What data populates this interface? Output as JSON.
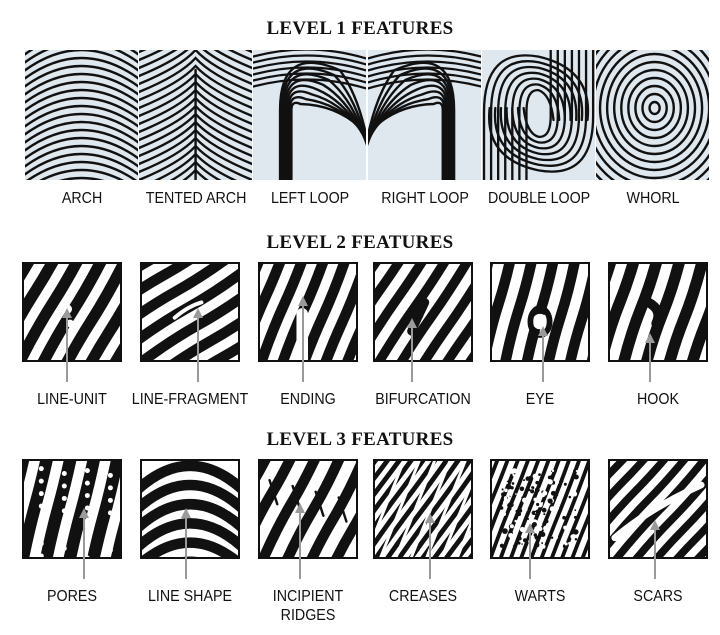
{
  "levels": [
    {
      "title": "LEVEL 1 FEATURES",
      "items": [
        {
          "label": "ARCH",
          "pattern": "arch"
        },
        {
          "label": "TENTED ARCH",
          "pattern": "tented"
        },
        {
          "label": "LEFT LOOP",
          "pattern": "leftloop"
        },
        {
          "label": "RIGHT LOOP",
          "pattern": "rightloop"
        },
        {
          "label": "DOUBLE LOOP",
          "pattern": "doubleloop"
        },
        {
          "label": "WHORL",
          "pattern": "whorl"
        }
      ]
    },
    {
      "title": "LEVEL 2 FEATURES",
      "items": [
        {
          "label": "LINE-UNIT",
          "pattern": "lineunit"
        },
        {
          "label": "LINE-FRAGMENT",
          "pattern": "linefragment"
        },
        {
          "label": "ENDING",
          "pattern": "ending"
        },
        {
          "label": "BIFURCATION",
          "pattern": "bifurcation"
        },
        {
          "label": "EYE",
          "pattern": "eye"
        },
        {
          "label": "HOOK",
          "pattern": "hook"
        }
      ]
    },
    {
      "title": "LEVEL 3 FEATURES",
      "items": [
        {
          "label": "PORES",
          "pattern": "pores"
        },
        {
          "label": "LINE SHAPE",
          "pattern": "lineshape"
        },
        {
          "label": "INCIPIENT\nRIDGES",
          "pattern": "incipient"
        },
        {
          "label": "CREASES",
          "pattern": "creases"
        },
        {
          "label": "WARTS",
          "pattern": "warts"
        },
        {
          "label": "SCARS",
          "pattern": "scars"
        }
      ]
    }
  ],
  "colors": {
    "ridge": "#111111",
    "background": "#ffffff",
    "arrow": "#9a9a9a",
    "print_tint": "#dfe8ef"
  }
}
